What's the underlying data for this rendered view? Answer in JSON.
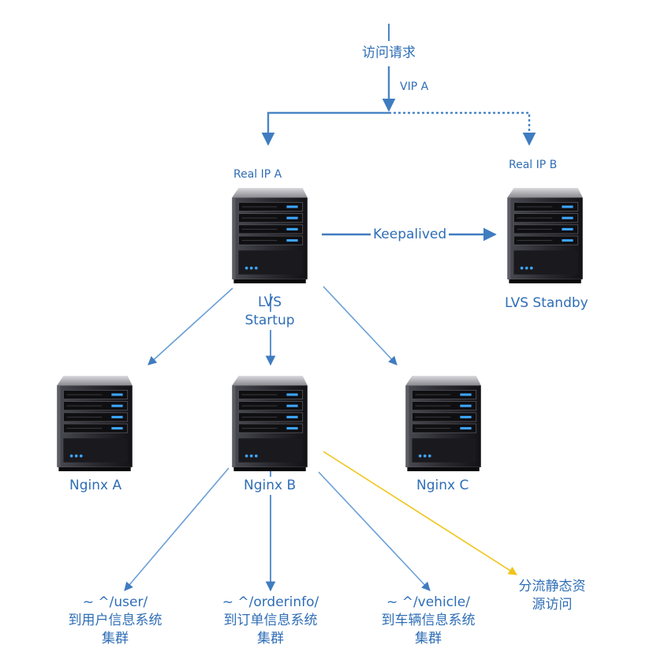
{
  "colors": {
    "arrow": "#4a86c6",
    "arrow_dark": "#3f7cc0",
    "yellow_arrow": "#f0c419",
    "text": "#2f6eb6",
    "server_dark": "#1e1e22",
    "server_light": "#6b6b72",
    "led_blue": "#3ea6ff"
  },
  "labels": {
    "request": "访问请求",
    "vip": "VIP A",
    "real_ip_a": "Real IP A",
    "real_ip_b": "Real IP B",
    "keepalived": "Keepalived",
    "lvs_startup_1": "LVS",
    "lvs_startup_2": "Startup",
    "lvs_standby": "LVS Standby",
    "nginx_a": "Nginx A",
    "nginx_b": "Nginx B",
    "nginx_c": "Nginx C",
    "route_user_1": "~ ^/user/",
    "route_user_2": "到用户信息系统",
    "route_user_3": "集群",
    "route_order_1": "~ ^/orderinfo/",
    "route_order_2": "到订单信息系统",
    "route_order_3": "集群",
    "route_vehicle_1": "~ ^/vehicle/",
    "route_vehicle_2": "到车辆信息系统",
    "route_vehicle_3": "集群",
    "static_1": "分流静态资",
    "static_2": "源访问"
  },
  "icons": {
    "server": "server-tower-icon"
  }
}
